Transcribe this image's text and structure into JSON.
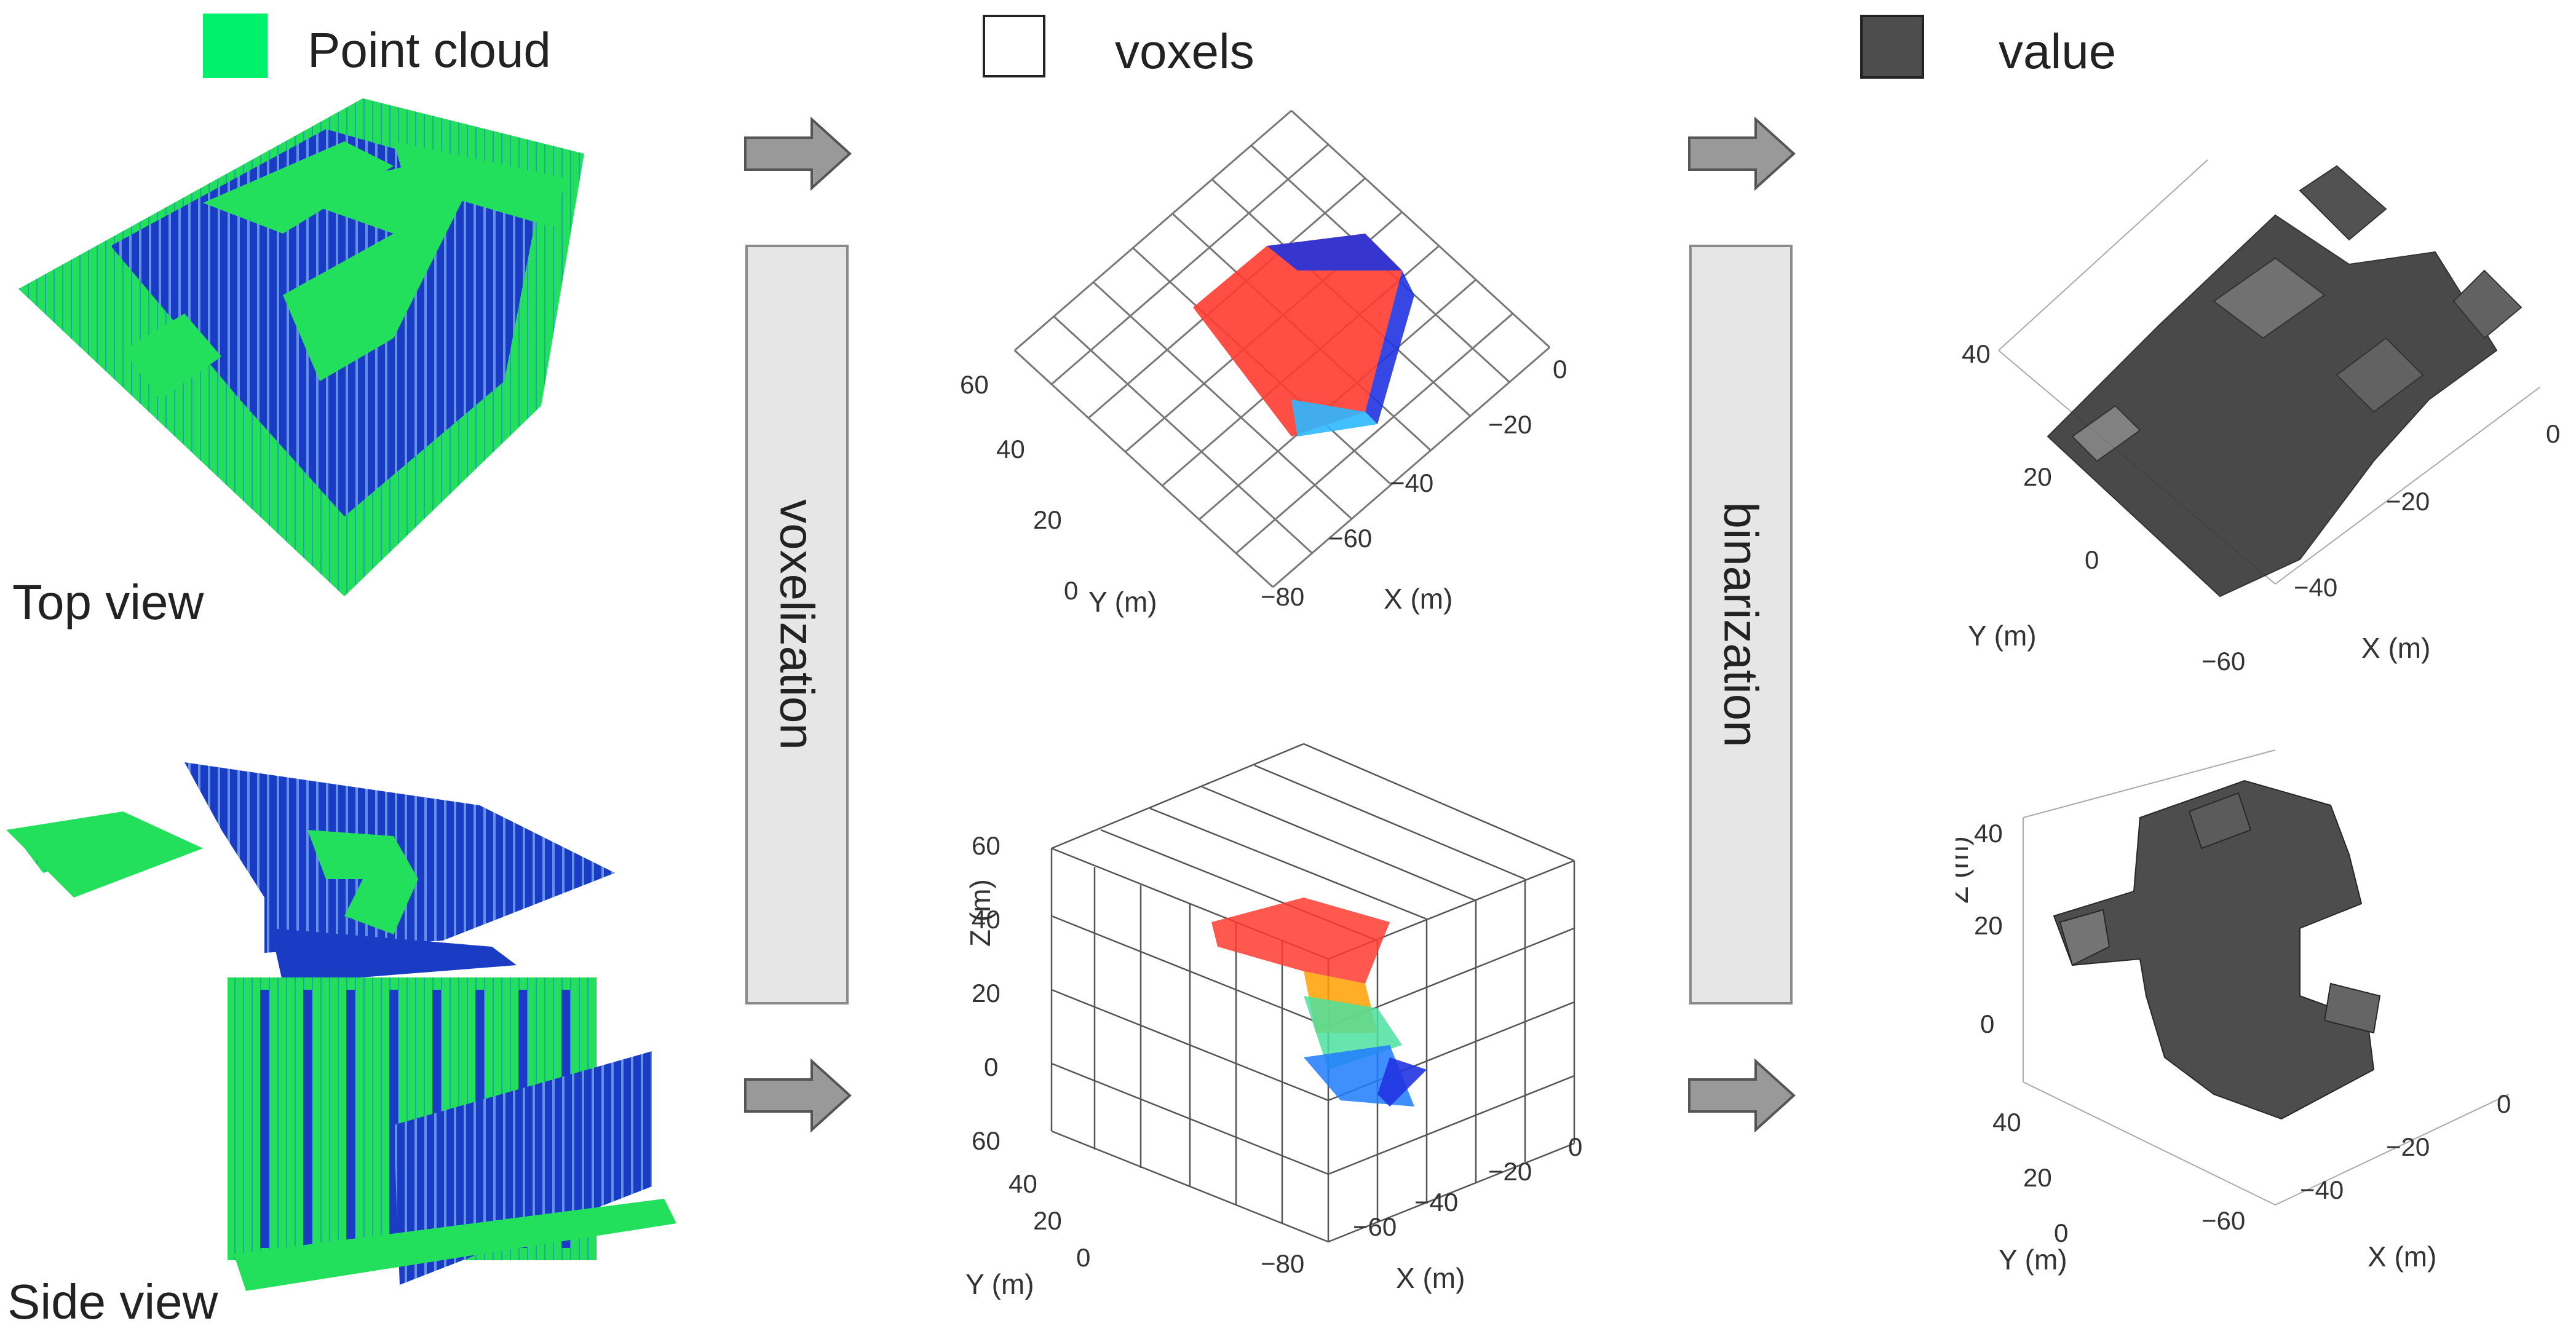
{
  "legend": {
    "point_cloud": {
      "label": "Point cloud",
      "color": "#00f26d"
    },
    "voxels": {
      "label": "voxels",
      "color": "#ffffff"
    },
    "value": {
      "label": "value",
      "color": "#4d4d4d"
    }
  },
  "views": {
    "top": "Top view",
    "side": "Side view"
  },
  "steps": {
    "voxelization": "voxelization",
    "binarization": "binarization"
  },
  "colors": {
    "green": "#1fe35a",
    "blue": "#1a3cc4",
    "arrow": "#999999",
    "voxel_dark": "#3a3a3a"
  },
  "plots": {
    "top_voxels": {
      "ylabel": "Y (m)",
      "xlabel": "X (m)",
      "y_ticks": [
        "60",
        "40",
        "20",
        "0"
      ],
      "x_ticks": [
        "−80",
        "−60",
        "−40",
        "−20",
        "0"
      ]
    },
    "side_voxels": {
      "ylabel": "Y (m)",
      "xlabel": "X (m)",
      "zlabel": "Z (m)",
      "z_ticks": [
        "60",
        "40",
        "20",
        "0"
      ],
      "y_ticks": [
        "60",
        "40",
        "20",
        "0"
      ],
      "x_ticks": [
        "−80",
        "−60",
        "−40",
        "−20",
        "0"
      ]
    },
    "top_value": {
      "ylabel": "Y (m)",
      "xlabel": "X (m)",
      "y_ticks": [
        "40",
        "20",
        "0"
      ],
      "x_ticks": [
        "−60",
        "−40",
        "−20",
        "0"
      ]
    },
    "side_value": {
      "ylabel": "Y (m)",
      "xlabel": "X (m)",
      "zlabel": "Z (m)",
      "z_ticks": [
        "40",
        "20",
        "0"
      ],
      "y_ticks": [
        "40",
        "20",
        "0"
      ],
      "x_ticks": [
        "−60",
        "−40",
        "−20",
        "0"
      ]
    }
  }
}
